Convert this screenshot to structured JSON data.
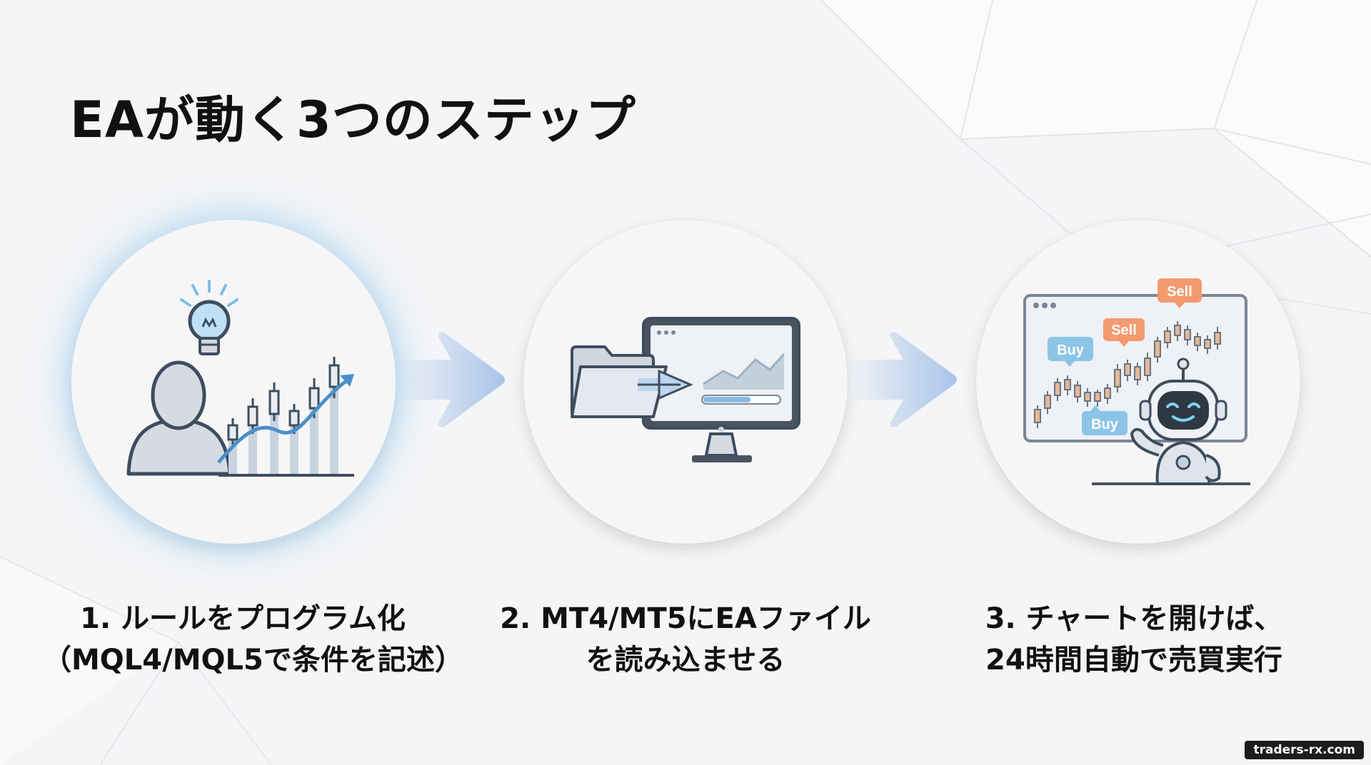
{
  "title": "EAが動く3つのステップ",
  "steps": [
    {
      "caption_line1": "1. ルールをプログラム化",
      "caption_line2": "（MQL4/MQL5で条件を記述）",
      "icon": "person-lightbulb-chart-icon"
    },
    {
      "caption_line1": "2. MT4/MT5にEAファイル",
      "caption_line2": "を読み込ませる",
      "icon": "folder-to-monitor-icon"
    },
    {
      "caption_line1": "3. チャートを開けば、",
      "caption_line2": "24時間自動で売買実行",
      "icon": "robot-trading-chart-icon"
    }
  ],
  "trade_tags": {
    "sell_1": "Sell",
    "sell_2": "Sell",
    "buy_1": "Buy",
    "buy_2": "Buy"
  },
  "watermark": "traders-rx.com",
  "colors": {
    "background": "#f4f5f7",
    "arrow": "#a9c4ea",
    "glow": "#9bcdf0",
    "sell_tag": "#f39a6f",
    "buy_tag": "#8cc4e8"
  }
}
